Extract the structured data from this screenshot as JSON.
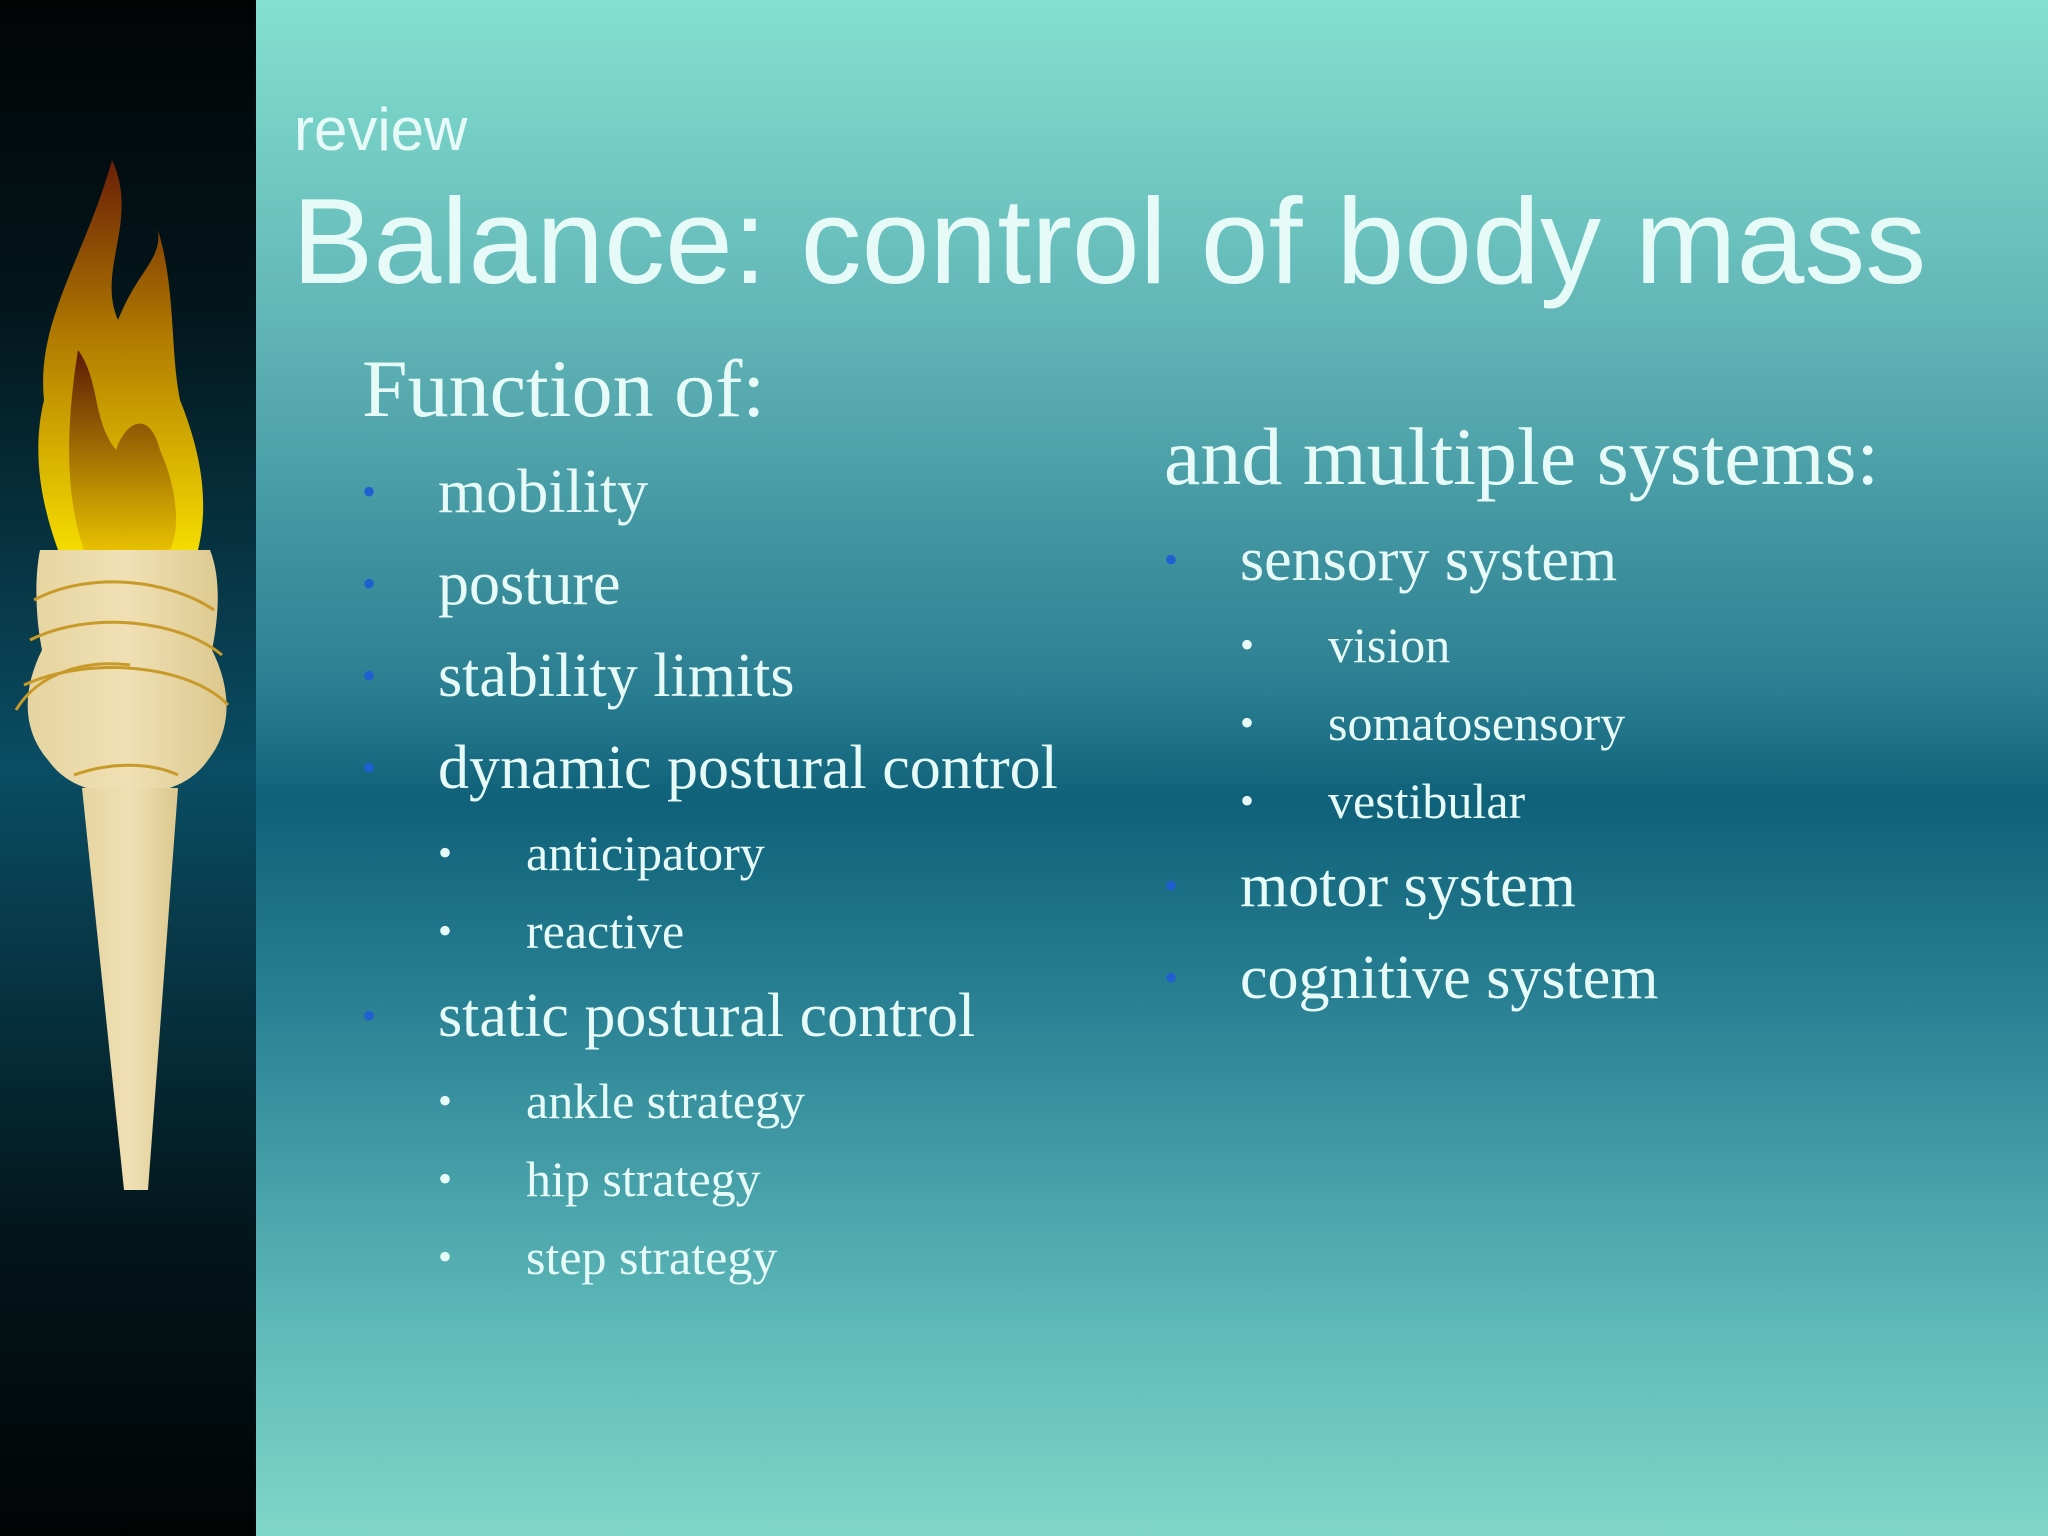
{
  "header": {
    "kicker": "review",
    "title": "Balance: control of body mass"
  },
  "left": {
    "heading": "Function of:",
    "items": [
      {
        "level": 1,
        "text": "mobility"
      },
      {
        "level": 1,
        "text": "posture"
      },
      {
        "level": 1,
        "text": "stability limits"
      },
      {
        "level": 1,
        "text": "dynamic postural control"
      },
      {
        "level": 2,
        "text": "anticipatory"
      },
      {
        "level": 2,
        "text": "reactive"
      },
      {
        "level": 1,
        "text": "static postural control"
      },
      {
        "level": 2,
        "text": "ankle strategy"
      },
      {
        "level": 2,
        "text": "hip strategy"
      },
      {
        "level": 2,
        "text": "step strategy"
      }
    ]
  },
  "right": {
    "heading": "and multiple systems:",
    "items": [
      {
        "level": 1,
        "text": "sensory system"
      },
      {
        "level": 2,
        "text": "vision"
      },
      {
        "level": 2,
        "text": "somatosensory"
      },
      {
        "level": 2,
        "text": "vestibular"
      },
      {
        "level": 1,
        "text": "motor system"
      },
      {
        "level": 1,
        "text": "cognitive system"
      }
    ]
  },
  "bullets": {
    "level1": "•",
    "level2": "•"
  },
  "colors": {
    "text": "#e6fbf8",
    "bullet_level1": "#1f5fd0",
    "flame_outer": "#7a2a0a",
    "flame_inner": "#f4dc00",
    "torch_handle": "#ead9a6",
    "torch_bands": "#d0a030"
  },
  "icons": {
    "sidebar_graphic": "torch-icon"
  }
}
